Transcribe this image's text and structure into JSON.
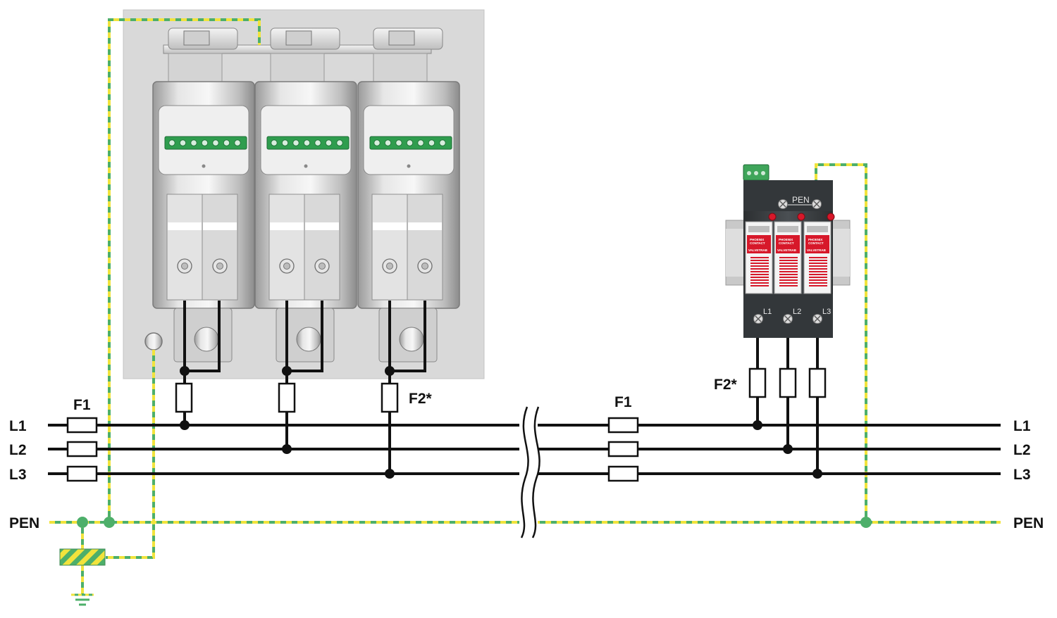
{
  "labels": {
    "left_l1": "L1",
    "left_l2": "L2",
    "left_l3": "L3",
    "left_pen": "PEN",
    "right_l1": "L1",
    "right_l2": "L2",
    "right_l3": "L3",
    "right_pen": "PEN",
    "fuse_left": "F1",
    "fuse_right": "F1",
    "fuse_f2_left": "F2*",
    "fuse_f2_right": "F2*"
  },
  "spd_device": {
    "pen_label": "PEN",
    "terminal_l1": "L1",
    "terminal_l2": "L2",
    "terminal_l3": "L3",
    "brand_line1": "PHOENIX",
    "brand_line2": "CONTACT",
    "module_label": "VALVETRAB"
  },
  "colors": {
    "conductor": "#111111",
    "pe_green": "#4daf6a",
    "pe_yellow": "#f1e33c",
    "panel": "#d7d7d7",
    "terminal_green": "#2f9d4e",
    "spd_red": "#d7182a",
    "spd_housing": "#3b3f42"
  }
}
